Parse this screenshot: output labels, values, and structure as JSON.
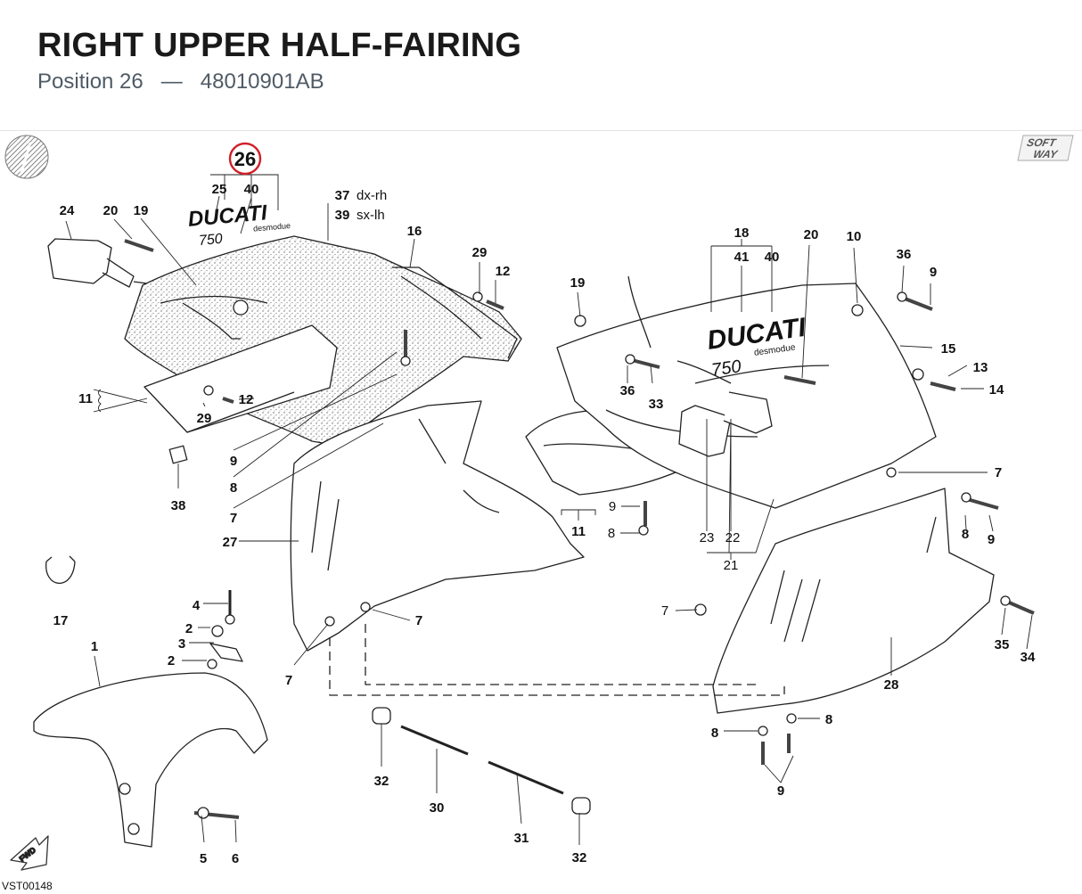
{
  "header": {
    "title": "RIGHT UPPER HALF-FAIRING",
    "position_label": "Position 26",
    "separator": "—",
    "part_number": "48010901AB"
  },
  "logos": {
    "softway_top": "SOFT",
    "softway_bottom": "WAY",
    "fwd": "FWD"
  },
  "decals": {
    "left_brand": "DUCATI",
    "left_sub": "desmodue",
    "left_model": "750",
    "right_brand": "DUCATI",
    "right_sub": "desmodue",
    "right_model": "750"
  },
  "highlight": {
    "label": "26",
    "color": "#d0202a"
  },
  "annotations": {
    "dx_rh": "dx-rh",
    "sx_lh": "sx-lh"
  },
  "callouts": [
    "26",
    "25",
    "40",
    "37",
    "39",
    "24",
    "20",
    "19",
    "16",
    "29",
    "12",
    "11",
    "29",
    "12",
    "9",
    "8",
    "7",
    "38",
    "27",
    "17",
    "4",
    "2",
    "3",
    "2",
    "1",
    "5",
    "6",
    "7",
    "7",
    "32",
    "30",
    "31",
    "32",
    "18",
    "41",
    "40",
    "20",
    "10",
    "36",
    "9",
    "19",
    "15",
    "13",
    "14",
    "36",
    "33",
    "7",
    "9",
    "8",
    "11",
    "23",
    "22",
    "21",
    "8",
    "9",
    "7",
    "35",
    "34",
    "28",
    "8",
    "8",
    "9"
  ],
  "diagram_code": "VST00148"
}
